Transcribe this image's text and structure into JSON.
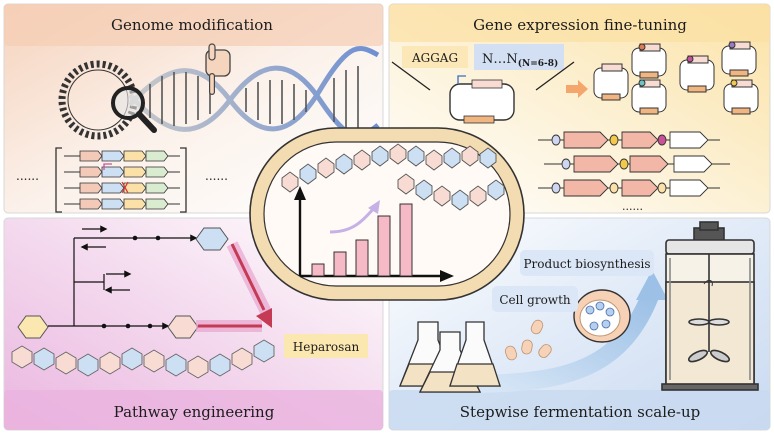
{
  "panels": {
    "genome": {
      "title": "Genome modification",
      "ellipsis_left": "......",
      "ellipsis_right": "......"
    },
    "expression": {
      "title": "Gene expression fine-tuning",
      "rbs": "AGGAG",
      "spacer_main": "N…N",
      "spacer_sub": "(N=6-8)",
      "ellipsis": "......"
    },
    "pathway": {
      "title": "Pathway engineering",
      "product": "Heparosan"
    },
    "fermentation": {
      "title": "Stepwise fermentation scale-up",
      "label_biosynthesis": "Product biosynthesis",
      "label_growth": "Cell growth"
    }
  },
  "colors": {
    "panel_tl": "#f7d9c6",
    "panel_tr": "#fbe7b8",
    "panel_bl": "#efc2e6",
    "panel_br": "#d5e2f4",
    "bars": "#f6b9c6",
    "arrow_pathway": "#c53a55",
    "cell_wall": "#f3dcb1"
  },
  "icons": [
    "pointing-hand-icon",
    "magnifier-icon",
    "plasmid-icon",
    "flask-icon",
    "bioreactor-icon",
    "cell-icon"
  ],
  "chart_data": {
    "type": "bar",
    "values": [
      1,
      2,
      3,
      5,
      6
    ]
  }
}
